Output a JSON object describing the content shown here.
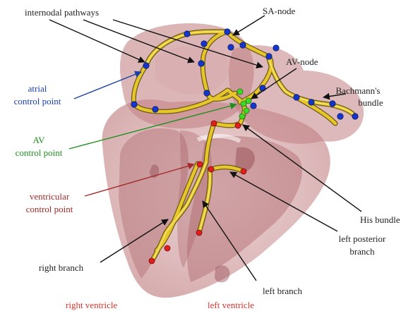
{
  "labels": {
    "internodal_pathways": "internodal pathways",
    "sa_node": "SA-node",
    "av_node": "AV-node",
    "bachmanns_line1": "Bachmann's",
    "bachmanns_line2": "bundle",
    "atrial_line1": "atrial",
    "atrial_line2": "control point",
    "av_cp_line1": "AV",
    "av_cp_line2": "control point",
    "ventricular_line1": "ventricular",
    "ventricular_line2": "control point",
    "his_bundle": "His bundle",
    "left_posterior_line1": "left posterior",
    "left_posterior_line2": "branch",
    "right_branch": "right branch",
    "left_branch": "left branch",
    "right_ventricle": "right ventricle",
    "left_ventricle": "left ventricle"
  },
  "colors": {
    "atrial_control_point": "#1536c8",
    "av_control_point": "#3fd62a",
    "ventricular_control_point": "#e01e1e",
    "pathway": "#e6c62a",
    "tissue": "#c98f92"
  }
}
